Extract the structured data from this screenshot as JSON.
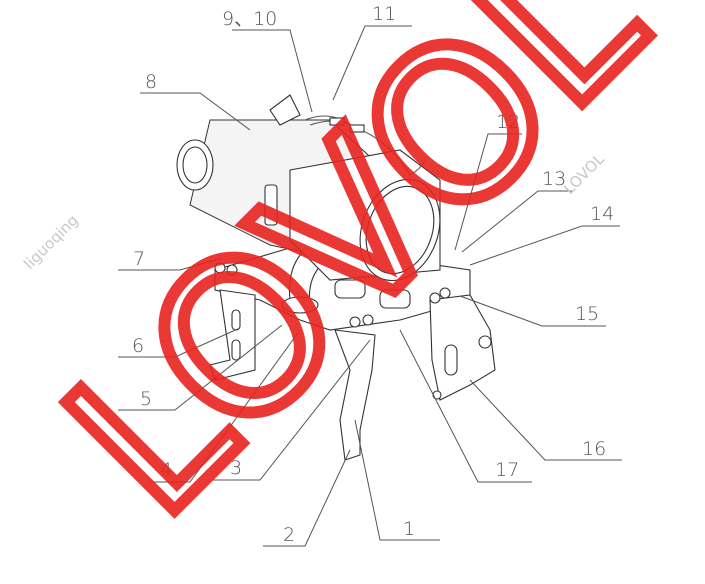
{
  "diagram": {
    "labels": [
      "1",
      "2",
      "3",
      "4",
      "5",
      "6",
      "7",
      "8",
      "9、10",
      "11",
      "12",
      "13",
      "14",
      "15",
      "16",
      "17"
    ],
    "watermarks": {
      "left": "liguoqing",
      "right": "LOVOL",
      "center": "LOVOL"
    },
    "colors": {
      "line": "#333333",
      "label": "#555555",
      "watermark_red": "#e8231f"
    }
  }
}
